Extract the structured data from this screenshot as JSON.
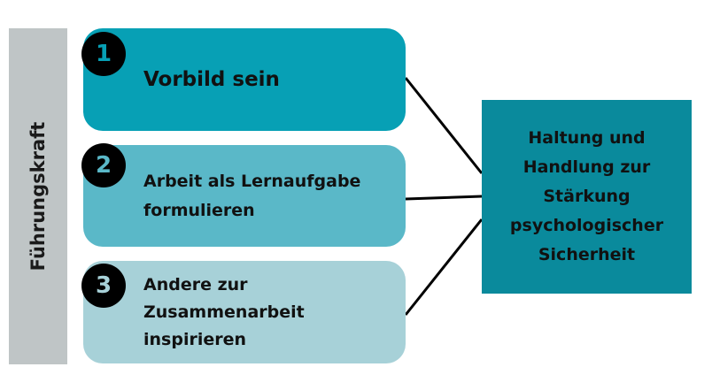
{
  "side_label": "Führungskraft",
  "items": [
    {
      "number": "1",
      "text": "Vorbild sein"
    },
    {
      "number": "2",
      "text": "Arbeit als Lernaufgabe\nformulieren"
    },
    {
      "number": "3",
      "text": "Andere zur\nZusammenarbeit\ninspirieren"
    }
  ],
  "result": {
    "text": "Haltung und\nHandlung zur\nStärkung\npsychologischer\nSicherheit"
  },
  "colors": {
    "box_1": "#07a0b5",
    "box_2": "#5ab8c8",
    "box_3": "#a7d1d8",
    "result_box": "#0a8a9c",
    "side_bar": "#bfc5c6",
    "number_circle": "#000000",
    "connector": "#000000"
  }
}
